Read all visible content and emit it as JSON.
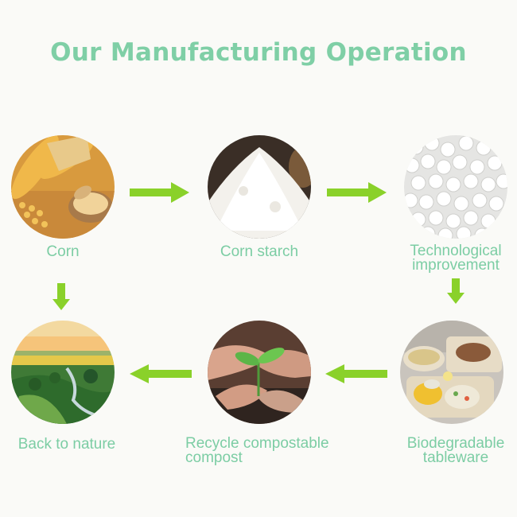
{
  "title": "Our Manufacturing Operation",
  "colors": {
    "title": "#7fcfa6",
    "label": "#7ccda4",
    "arrow": "#8ad12a"
  },
  "steps": [
    {
      "label": "Corn",
      "image": "corn-photo"
    },
    {
      "label": "Corn starch",
      "image": "starch-photo"
    },
    {
      "label_line1": "Technological",
      "label_line2": "improvement",
      "image": "pellets-photo"
    },
    {
      "label_line1": "Biodegradable",
      "label_line2": "tableware",
      "image": "tableware-photo"
    },
    {
      "label_line1": "Recycle compostable",
      "label_line2": "compost",
      "image": "hands-seedling-photo"
    },
    {
      "label": "Back to nature",
      "image": "landscape-photo"
    }
  ]
}
